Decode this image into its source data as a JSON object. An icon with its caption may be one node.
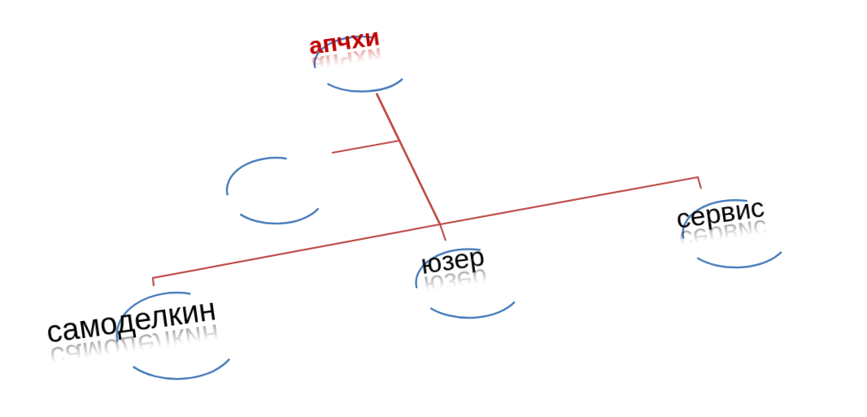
{
  "diagram": {
    "nodes": [
      {
        "text": [
          "апчхи"
        ]
      },
      {
        "text": [],
        "shape": "circle"
      },
      {
        "text": [
          "сервис"
        ]
      },
      {
        "text": [
          "юзер"
        ]
      },
      {
        "text": [
          "самоделкин"
        ]
      }
    ],
    "edges": [
      {
        "from": 0,
        "to": 1,
        "arrow": "none"
      },
      {
        "from": 0,
        "to": 4,
        "arrow": "none"
      },
      {
        "from": 0,
        "to": 3,
        "arrow": "none"
      },
      {
        "from": 0,
        "to": 2,
        "arrow": "none"
      }
    ]
  }
}
